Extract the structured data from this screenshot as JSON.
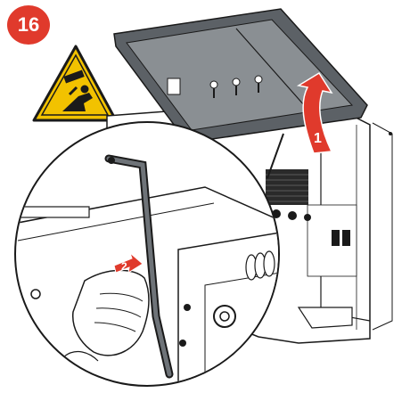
{
  "step": {
    "number": "16",
    "color": "#e03a2c"
  },
  "warning_sign": {
    "icon": "falling-object-warning-icon",
    "fill": "#f2c200",
    "stroke": "#1a1a1a"
  },
  "callouts": [
    {
      "label": "1",
      "meaning": "lift-lid-arrow",
      "color": "#e03a2c"
    },
    {
      "label": "2",
      "meaning": "hold-strap-arrow",
      "color": "#e03a2c"
    }
  ],
  "colors": {
    "accent": "#e03a2c",
    "lid": "#8a8f93",
    "lid_dark": "#5c6166",
    "outline": "#1a1a1a"
  }
}
